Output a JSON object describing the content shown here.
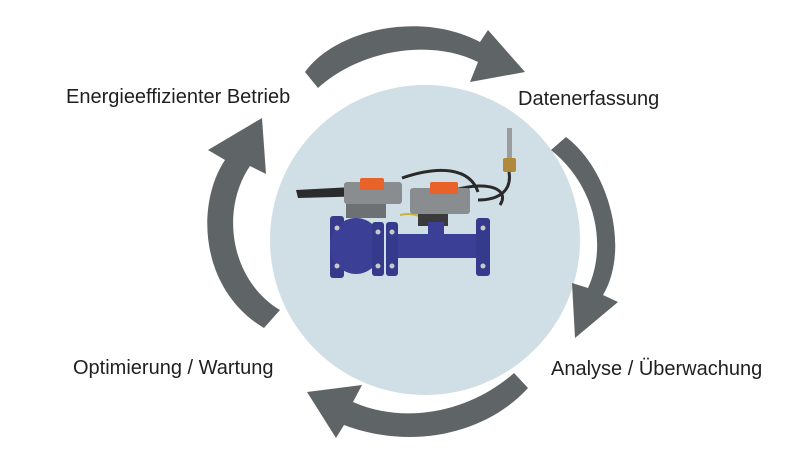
{
  "cycle": {
    "steps": [
      {
        "label": "Energieeffizienter Betrieb"
      },
      {
        "label": "Datenerfassung"
      },
      {
        "label": "Analyse / Überwachung"
      },
      {
        "label": "Optimierung / Wartung"
      }
    ]
  },
  "colors": {
    "arrow": "#5f6466",
    "circle": "#cfdfe5",
    "valve_body": "#3b3f95",
    "actuator_orange": "#e8622a",
    "actuator_grey": "#8a8d90",
    "text": "#1f1f1f"
  },
  "image": {
    "subject": "valve-with-actuators"
  }
}
